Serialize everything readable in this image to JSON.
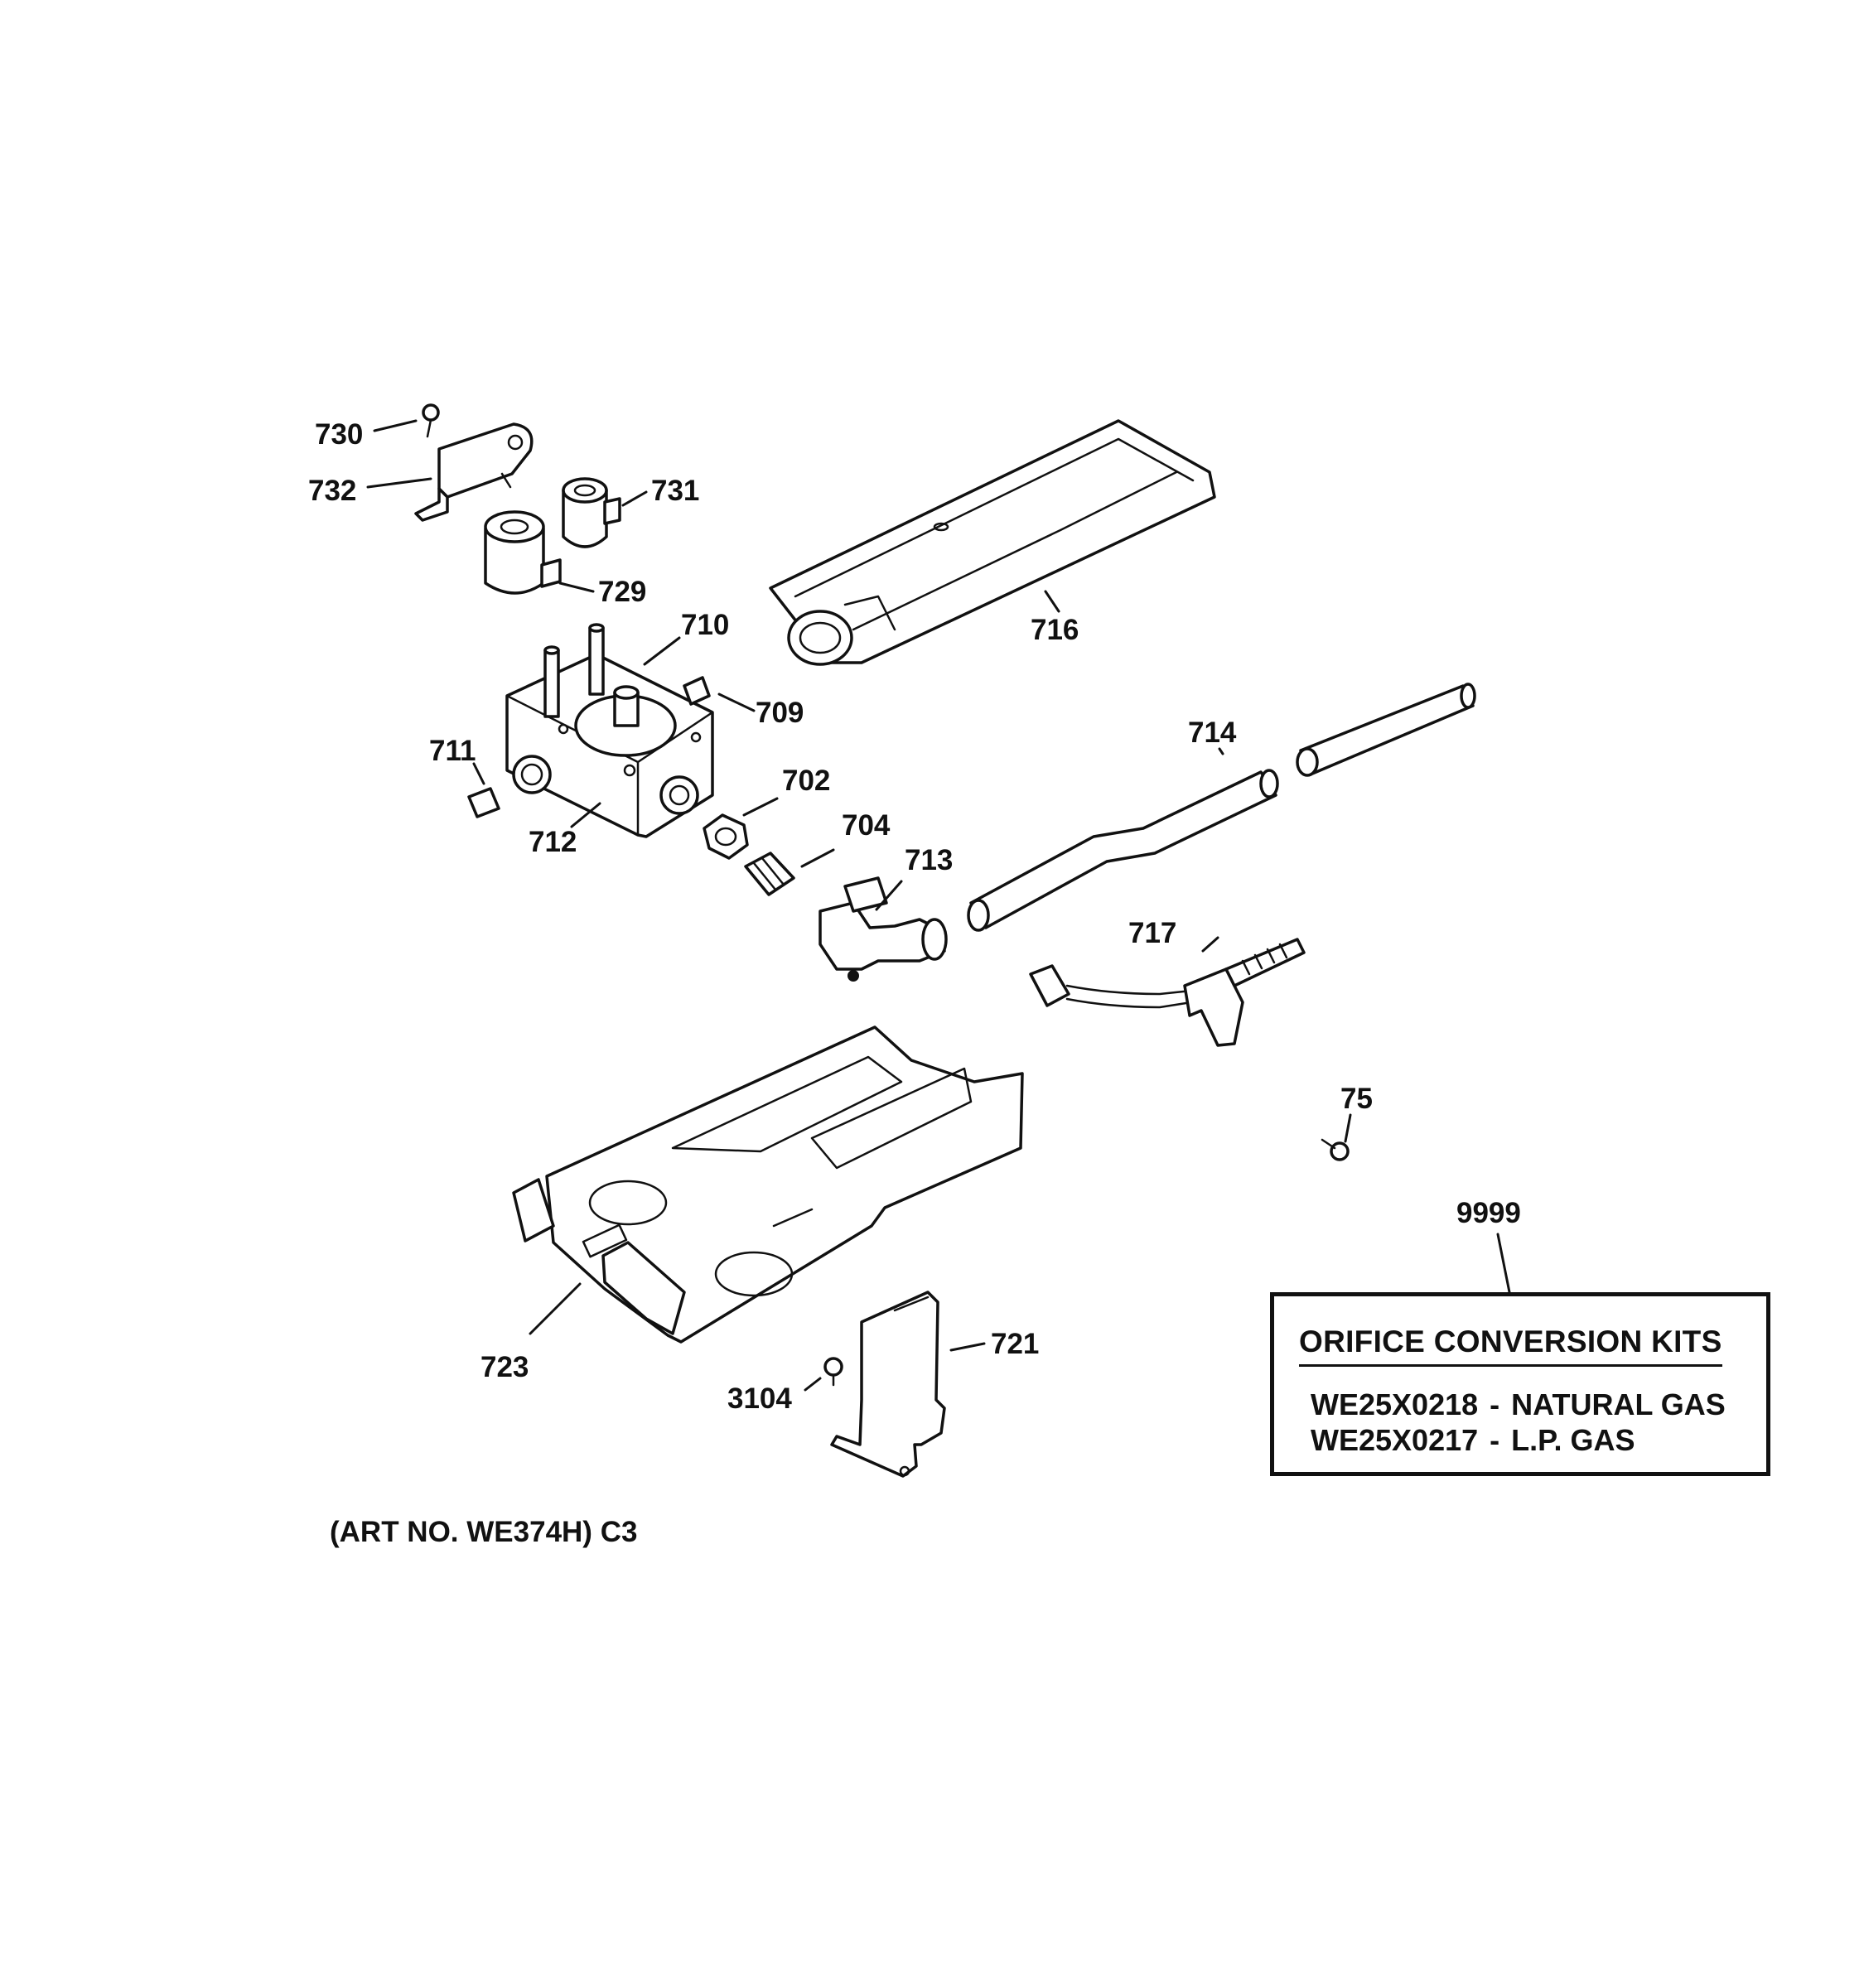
{
  "callouts": {
    "c730": "730",
    "c732": "732",
    "c731": "731",
    "c729": "729",
    "c710": "710",
    "c709": "709",
    "c711": "711",
    "c712": "712",
    "c702": "702",
    "c704": "704",
    "c713": "713",
    "c716": "716",
    "c714": "714",
    "c717": "717",
    "c75": "75",
    "c9999": "9999",
    "c723": "723",
    "c721": "721",
    "c3104": "3104"
  },
  "kit_box": {
    "title": "ORIFICE CONVERSION KITS",
    "rows": [
      {
        "part": "WE25X0218",
        "separator": "-",
        "desc": "NATURAL GAS"
      },
      {
        "part": "WE25X0217",
        "separator": "-",
        "desc": "L.P. GAS"
      }
    ]
  },
  "art_note": "(ART NO. WE374H) C3"
}
